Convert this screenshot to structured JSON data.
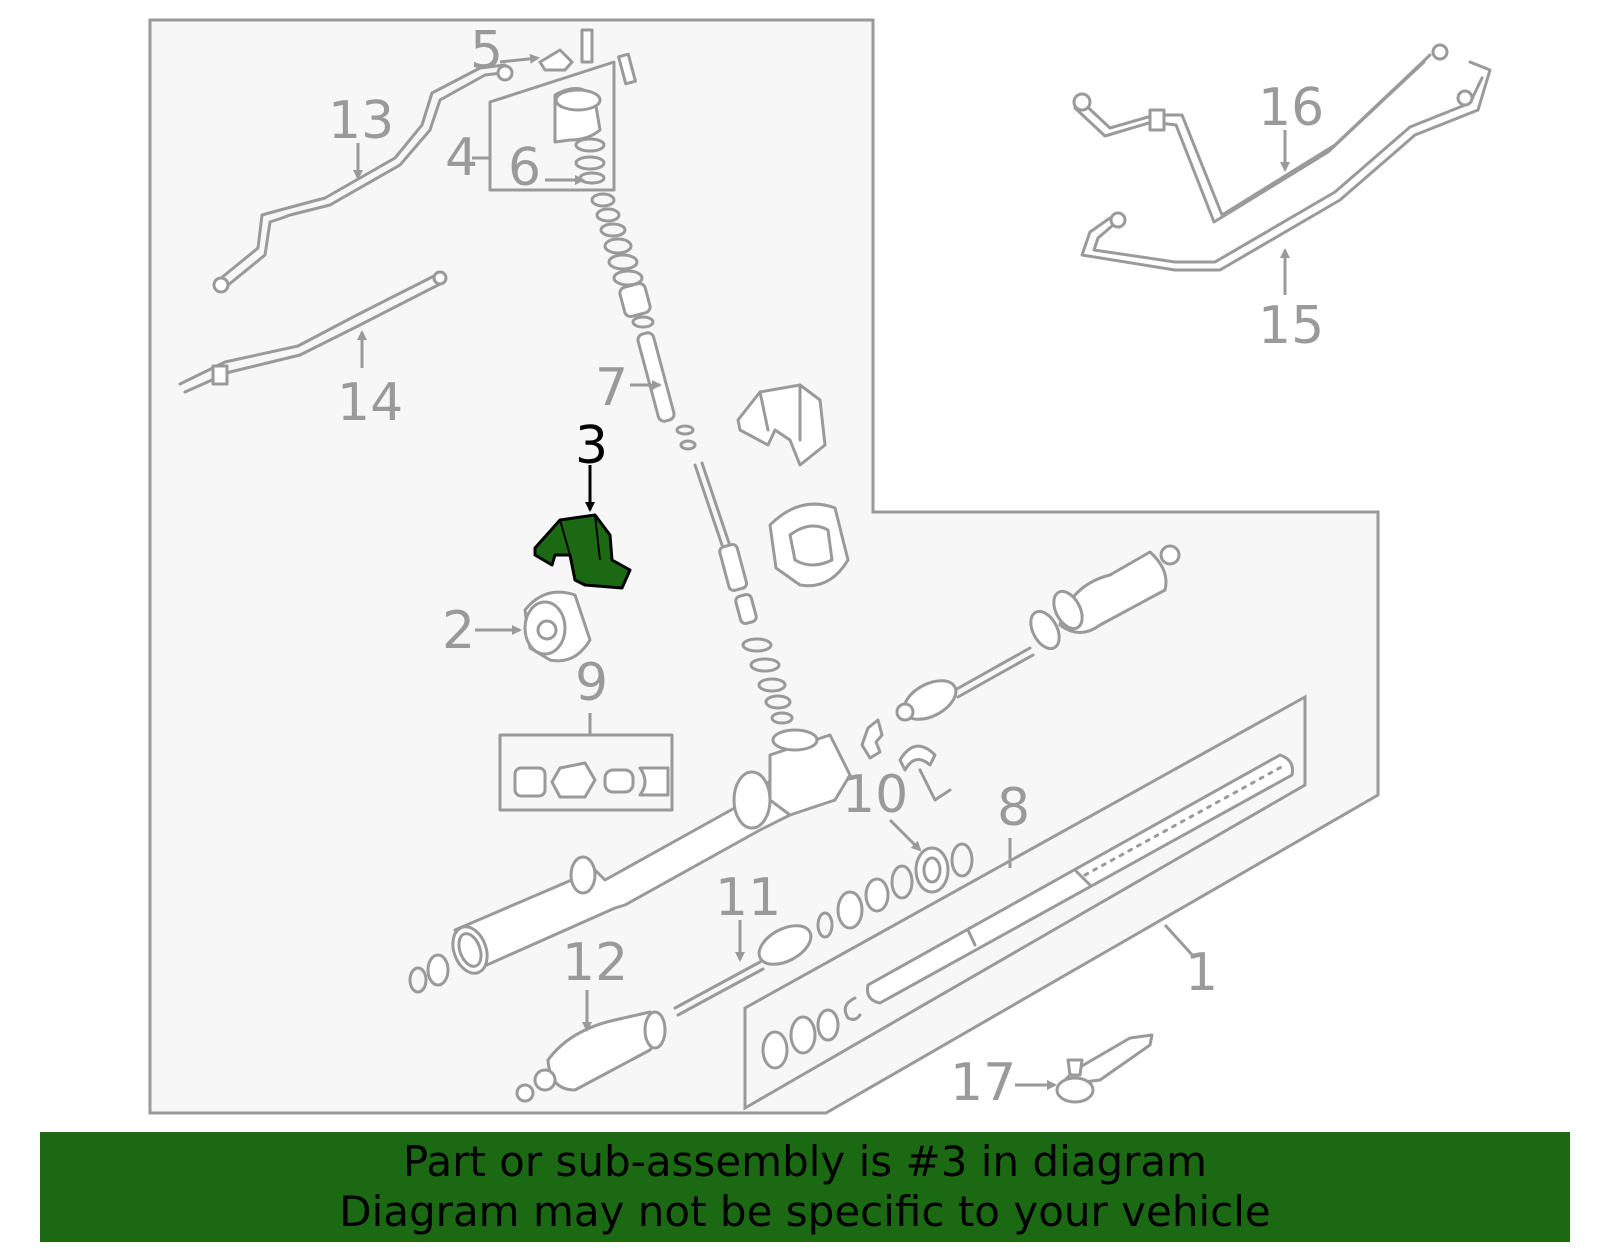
{
  "diagram": {
    "highlight_color": "#1b6a13",
    "line_color": "#9a9a9a",
    "highlighted_part": "3",
    "callouts": [
      "1",
      "2",
      "3",
      "4",
      "5",
      "6",
      "7",
      "8",
      "9",
      "10",
      "11",
      "12",
      "13",
      "14",
      "15",
      "16",
      "17"
    ]
  },
  "banner": {
    "line1": "Part or sub-assembly is #3 in diagram",
    "line2": "Diagram may not be specific to your vehicle",
    "background": "#1b6a13"
  }
}
